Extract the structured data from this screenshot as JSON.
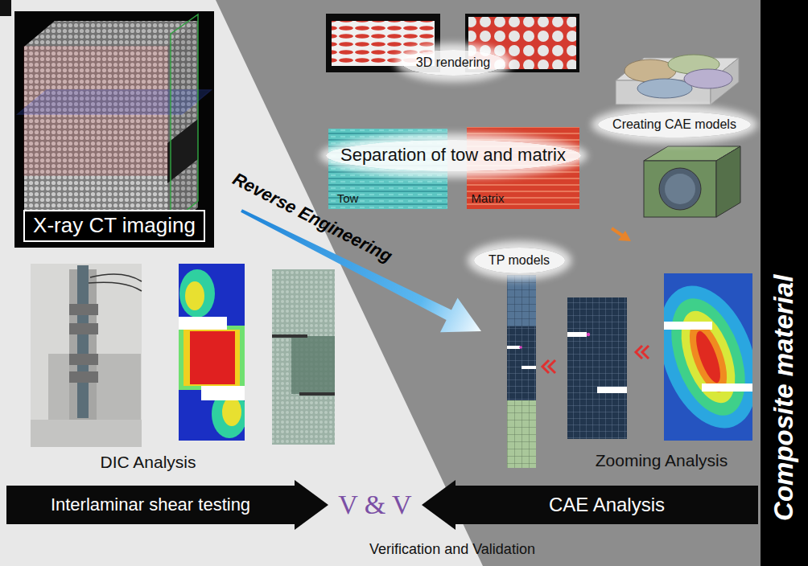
{
  "diagram": {
    "nodes": [
      {
        "text": [
          "X-ray CT imaging"
        ]
      },
      {
        "text": [
          "3D rendering"
        ]
      },
      {
        "text": [
          "Creating CAE models"
        ]
      },
      {
        "text": [
          "Separation of tow and matrix"
        ]
      },
      {
        "text": [
          "TP models"
        ]
      },
      {
        "text": [
          "Interlaminar shear testing"
        ]
      },
      {
        "text": [
          "CAE Analysis"
        ]
      },
      {
        "text": [
          "Composite material"
        ]
      }
    ],
    "labels": [
      "Reverse Engineering",
      "Tow",
      "Matrix",
      "DIC Analysis",
      "Zooming Analysis",
      "V & V",
      "Verification and Validation"
    ]
  }
}
